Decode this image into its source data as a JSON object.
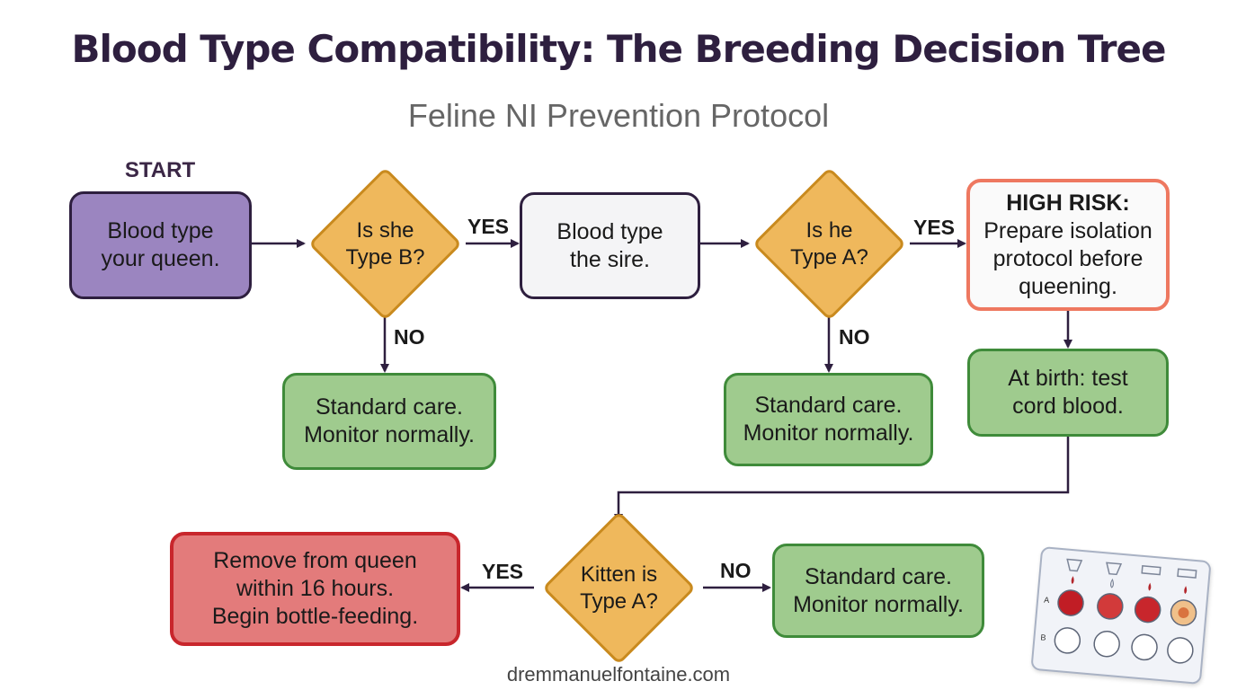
{
  "title": "Blood Type Compatibility: The Breeding Decision Tree",
  "subtitle": "Feline NI Prevention Protocol",
  "start_label": "START",
  "nodes": {
    "blood_type_queen": [
      "Blood type",
      "your queen."
    ],
    "is_she_type_b": [
      "Is she",
      "Type B?"
    ],
    "blood_type_sire": [
      "Blood type",
      "the sire."
    ],
    "is_he_type_a": [
      "Is he",
      "Type A?"
    ],
    "high_risk": {
      "heading": "HIGH RISK:",
      "lines": [
        "Prepare isolation",
        "protocol before",
        "queening."
      ]
    },
    "standard_care_1": [
      "Standard care.",
      "Monitor normally."
    ],
    "standard_care_2": [
      "Standard care.",
      "Monitor normally."
    ],
    "at_birth": [
      "At birth: test",
      "cord blood."
    ],
    "kitten_type_a": [
      "Kitten is",
      "Type A?"
    ],
    "remove_from_queen": [
      "Remove from queen",
      "within 16 hours.",
      "Begin bottle-feeding."
    ],
    "standard_care_3": [
      "Standard care.",
      "Monitor normally."
    ]
  },
  "edge_labels": {
    "yes_1": "YES",
    "no_1": "NO",
    "yes_2": "YES",
    "no_2": "NO",
    "yes_3": "YES",
    "no_3": "NO"
  },
  "test_card": {
    "row_labels": [
      "A",
      "B"
    ]
  },
  "footer": "dremmanuelfontaine.com",
  "colors": {
    "title": "#2e1f3f",
    "start_node": "#9b85c0",
    "decision": "#efb85c",
    "standard_care": "#9fcb8e",
    "high_risk_border": "#ee7860",
    "urgent": "#e37b7b",
    "connector": "#2e1f3f"
  }
}
